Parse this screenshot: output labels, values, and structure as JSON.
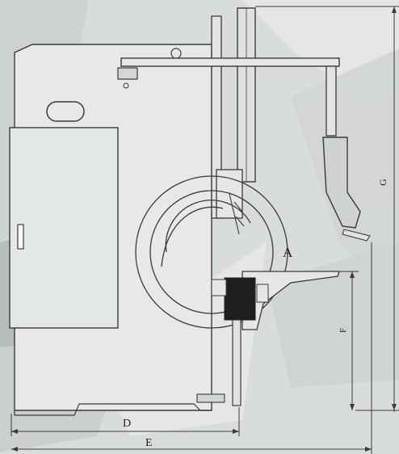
{
  "labels": {
    "zone": "A",
    "dim_d": "D",
    "dim_e": "E",
    "dim_g": "G",
    "dim_f": "F"
  },
  "colors": {
    "background": "#d9dcdc",
    "panel": "#e8eaea",
    "line": "#3a3a3a",
    "dark": "#1e1e1e",
    "shade": "#8f9595"
  }
}
